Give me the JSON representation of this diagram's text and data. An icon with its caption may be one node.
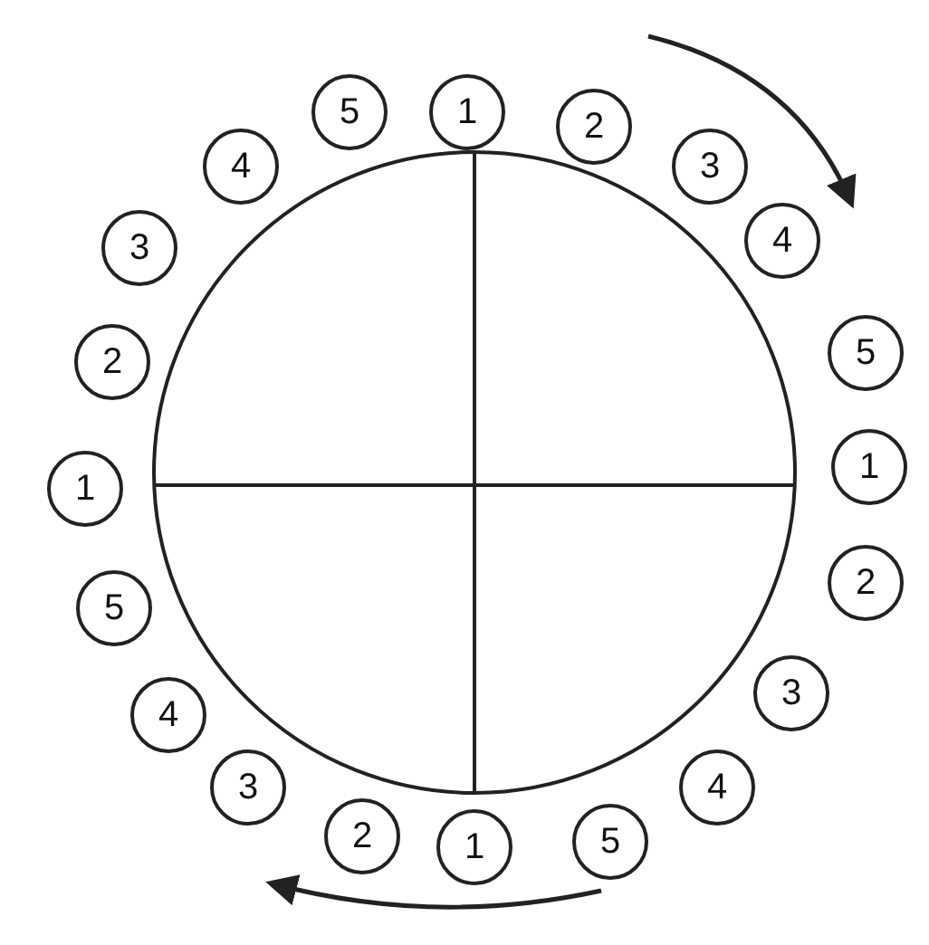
{
  "diagram": {
    "nodes": [
      {
        "text": [
          "1"
        ]
      },
      {
        "text": [
          "2"
        ]
      },
      {
        "text": [
          "3"
        ]
      },
      {
        "text": [
          "4"
        ]
      },
      {
        "text": [
          "5"
        ]
      },
      {
        "text": [
          "1"
        ]
      },
      {
        "text": [
          "2"
        ]
      },
      {
        "text": [
          "3"
        ]
      },
      {
        "text": [
          "4"
        ]
      },
      {
        "text": [
          "5"
        ]
      },
      {
        "text": [
          "1"
        ]
      },
      {
        "text": [
          "2"
        ]
      },
      {
        "text": [
          "3"
        ]
      },
      {
        "text": [
          "4"
        ]
      },
      {
        "text": [
          "5"
        ]
      },
      {
        "text": [
          "1"
        ]
      },
      {
        "text": [
          "2"
        ]
      },
      {
        "text": [
          "3"
        ]
      },
      {
        "text": [
          "4"
        ]
      },
      {
        "text": [
          "5"
        ]
      }
    ]
  }
}
